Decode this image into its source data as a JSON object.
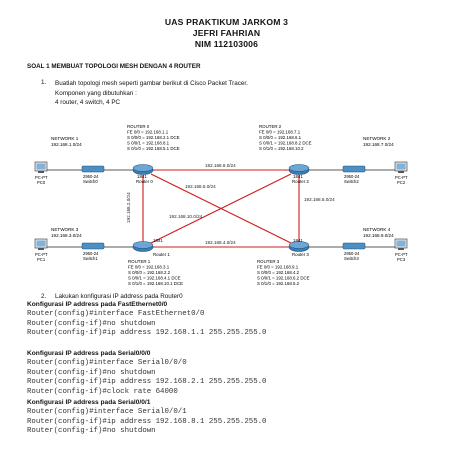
{
  "header": {
    "line1": "UAS PRAKTIKUM JARKOM 3",
    "line2": "JEFRI FAHRIAN",
    "line3": "NIM 112103006"
  },
  "section_title": "SOAL 1 MEMBUAT TOPOLOGI MESH DENGAN 4 ROUTER",
  "item1": {
    "number": "1.",
    "line1": "Buatlah topologi mesh seperti gambar berikut di Cisco Packet Tracer.",
    "line2": "Komponen yang dibutuhkan :",
    "line3": "4 router, 4 switch, 4 PC"
  },
  "topology": {
    "routers": [
      {
        "id": "r0",
        "device": "1841",
        "name": "Router 0",
        "info": [
          "ROUTER 0",
          "FE 0/0 = 192.168.1.1",
          "S 0/0/0 = 192.168.2.1 DCE",
          "S 0/0/1 = 192.168.8.1",
          "S 0/1/0 = 192.168.5.1 DCE"
        ]
      },
      {
        "id": "r2",
        "device": "1841",
        "name": "Router 2",
        "info": [
          "ROUTER 2",
          "FE 0/0 = 192.168.7.1",
          "S 0/0/0 = 192.168.6.1",
          "S 0/0/1 = 192.168.8.2 DCE",
          "S 0/1/0 = 192.168.10.2"
        ]
      },
      {
        "id": "r1",
        "device": "1841",
        "name": "Router 1",
        "info": [
          "ROUTER 1",
          "FE 0/0 = 192.168.3.1",
          "S 0/0/0 = 192.168.2.2",
          "S 0/0/1 = 192.168.4.1 DCE",
          "S 0/1/0 = 192.168.10.1 DCE"
        ]
      },
      {
        "id": "r3",
        "device": "1841",
        "name": "Router 3",
        "info": [
          "ROUTER 3",
          "FE 0/0 = 192.168.9.1",
          "S 0/0/0 = 192.168.4.2",
          "S 0/0/1 = 192.168.6.2 DCE",
          "S 0/1/0 = 192.168.5.2"
        ]
      }
    ],
    "switches": [
      {
        "id": "s0",
        "device": "2950-24",
        "name": "Switch0"
      },
      {
        "id": "s2",
        "device": "2950-24",
        "name": "Switch2"
      },
      {
        "id": "s1",
        "device": "2950-24",
        "name": "Switch1"
      },
      {
        "id": "s3",
        "device": "2950-24",
        "name": "Switch3"
      }
    ],
    "pcs": [
      {
        "id": "pc0",
        "device": "PC-PT",
        "name": "PC0"
      },
      {
        "id": "pc2",
        "device": "PC-PT",
        "name": "PC2"
      },
      {
        "id": "pc1",
        "device": "PC-PT",
        "name": "PC1"
      },
      {
        "id": "pc3",
        "device": "PC-PT",
        "name": "PC3"
      }
    ],
    "networks": [
      {
        "id": "n1",
        "label": "NETWORK 1",
        "subnet": "192.168.1.0/24"
      },
      {
        "id": "n2",
        "label": "NETWORK 2",
        "subnet": "192.168.7.0/24"
      },
      {
        "id": "n3",
        "label": "NETWORK 3",
        "subnet": "192.168.3.0/24"
      },
      {
        "id": "n4",
        "label": "NETWORK 4",
        "subnet": "192.168.9.0/24"
      }
    ],
    "links": [
      {
        "from": "r0",
        "to": "r2",
        "label": "192.168.8.0/24"
      },
      {
        "from": "r0",
        "to": "r1",
        "label": "192.168.2.0/24"
      },
      {
        "from": "r2",
        "to": "r3",
        "label": "192.168.6.0/24"
      },
      {
        "from": "r1",
        "to": "r3",
        "label": "192.168.4.0/24"
      },
      {
        "from": "r0",
        "to": "r3",
        "label": "192.168.5.0/24"
      },
      {
        "from": "r2",
        "to": "r1",
        "label": "192.168.10.0/24"
      }
    ],
    "colors": {
      "link": "#d01c1c",
      "router": "#3c7db3",
      "switch": "#4f8ec2",
      "box": "#dce8f2"
    }
  },
  "item2": {
    "number": "2.",
    "text": "Lakukan konfigurasi IP address pada Router0"
  },
  "configs": [
    {
      "heading": "Konfigurasi IP address pada FastEthernet0/0",
      "lines": [
        "Router(config)#interface FastEthernet0/0",
        "Router(config-if)#no shutdown",
        "Router(config-if)#ip address 192.168.1.1 255.255.255.0"
      ]
    },
    {
      "heading": "Konfigurasi IP address pada Serial0/0/0",
      "lines": [
        "Router(config)#interface Serial0/0/0",
        "Router(config-if)#no shutdown",
        "Router(config-if)#ip address 192.168.2.1 255.255.255.0",
        "Router(config-if)#clock rate 64000"
      ]
    },
    {
      "heading": "Konfigurasi IP address pada Serial0/0/1",
      "lines": [
        "Router(config)#interface Serial0/0/1",
        "Router(config-if)#ip address 192.168.8.1 255.255.255.0",
        "Router(config-if)#no shutdown"
      ]
    }
  ]
}
